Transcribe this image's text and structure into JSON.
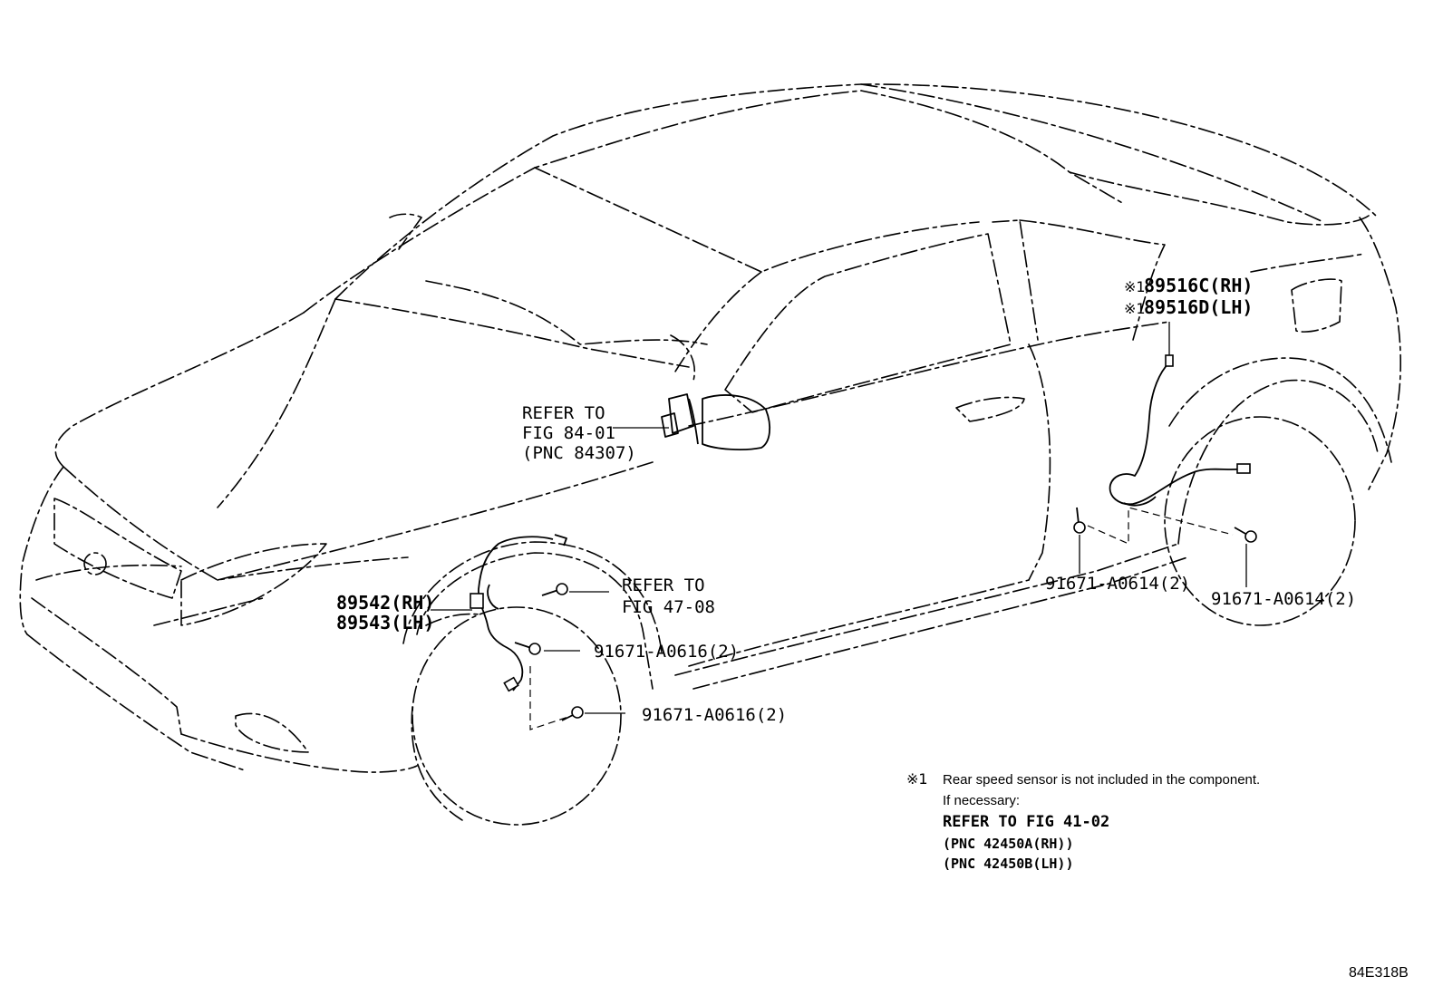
{
  "labels": {
    "rear_sensor_rh": "89516C(RH)",
    "rear_sensor_lh": "89516D(LH)",
    "rear_mark": "※1",
    "front_sensor_rh": "89542(RH)",
    "front_sensor_lh": "89543(LH)",
    "refer_mirror_1": "REFER TO",
    "refer_mirror_2": "FIG 84-01",
    "refer_mirror_3": "(PNC 84307)",
    "refer_brake_1": "REFER TO",
    "refer_brake_2": "FIG 47-08",
    "bolt_front_1": "91671-A0616(2)",
    "bolt_front_2": "91671-A0616(2)",
    "bolt_rear_1": "91671-A0614(2)",
    "bolt_rear_2": "91671-A0614(2)"
  },
  "note": {
    "mark": "※1",
    "line1": "Rear speed sensor is not included in the component.",
    "line2": "If necessary:",
    "line3": "REFER TO FIG 41-02",
    "line4": "(PNC 42450A(RH))",
    "line5": "(PNC 42450B(LH))"
  },
  "figure_id": "84E318B"
}
